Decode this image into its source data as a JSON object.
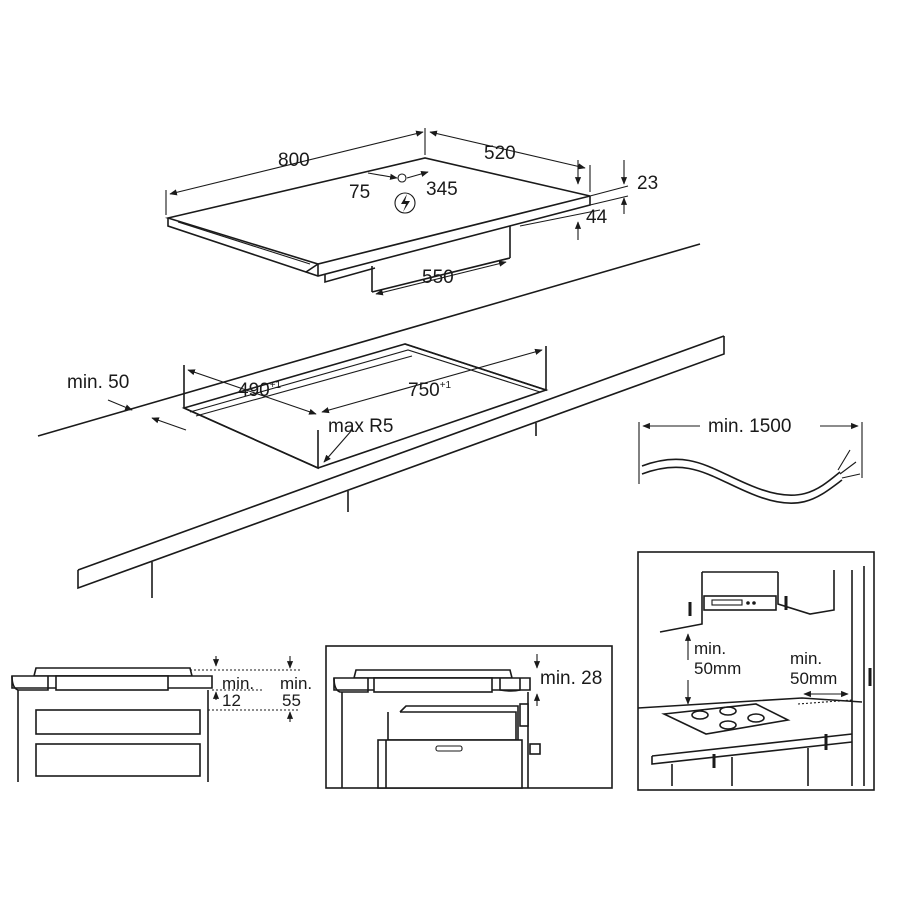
{
  "hob": {
    "width": "800",
    "depth": "520",
    "thickness": "23",
    "height": "44",
    "box_width": "550",
    "connection_left": "75",
    "connection_right": "345"
  },
  "cutout": {
    "margin": "min. 50",
    "depth": "490",
    "depth_tol": "+1",
    "width": "750",
    "width_tol": "+1",
    "radius": "max R5"
  },
  "cable": {
    "length": "min. 1500"
  },
  "drawer_detail": {
    "clearance_top_line1": "min.",
    "clearance_top_line2": "12",
    "clearance_drawer_line1": "min.",
    "clearance_drawer_line2": "55"
  },
  "oven_detail": {
    "clearance": "min. 28"
  },
  "wall_detail": {
    "vertical_line1": "min.",
    "vertical_line2": "50mm",
    "side_line1": "min.",
    "side_line2": "50mm"
  },
  "icons": [
    "electric-connection-icon"
  ]
}
